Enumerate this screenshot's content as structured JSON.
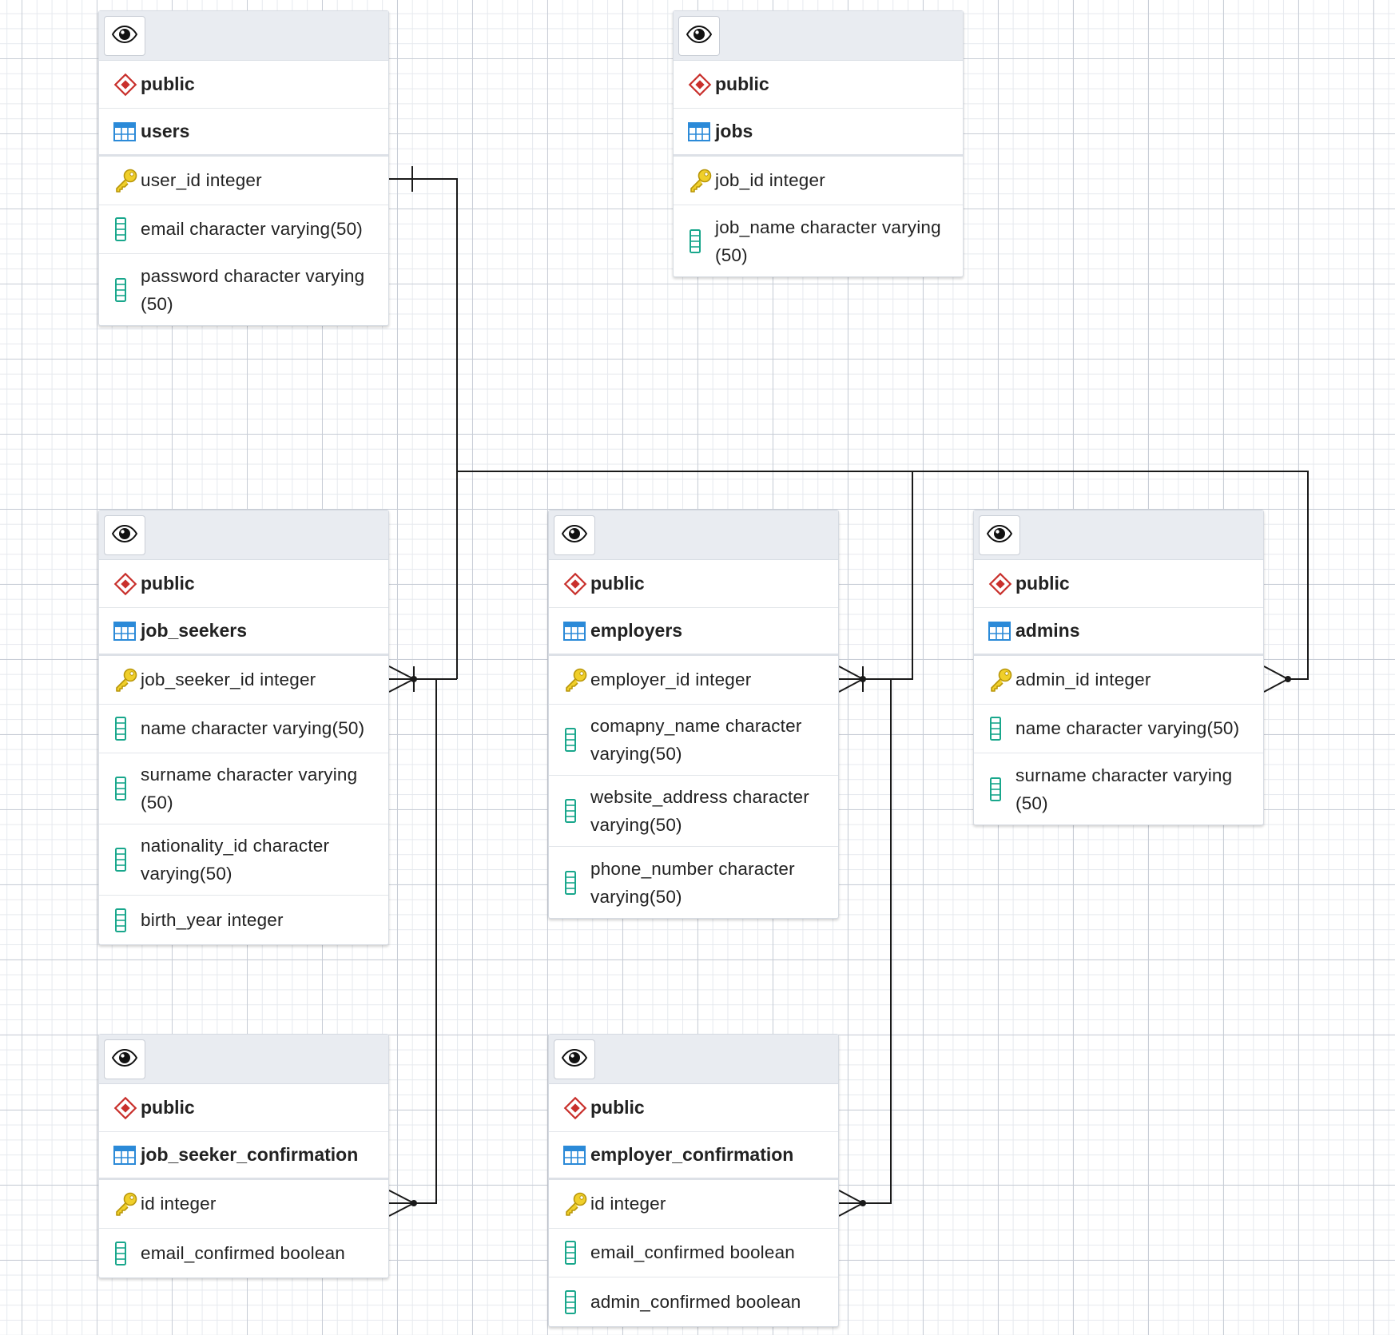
{
  "tables": {
    "users": {
      "schema": "public",
      "name": "users",
      "columns": [
        {
          "text": "user_id integer",
          "key": true
        },
        {
          "text": "email character varying(50)",
          "key": false
        },
        {
          "text": "password character varying (50)",
          "key": false
        }
      ]
    },
    "jobs": {
      "schema": "public",
      "name": "jobs",
      "columns": [
        {
          "text": "job_id integer",
          "key": true
        },
        {
          "text": "job_name character varying (50)",
          "key": false
        }
      ]
    },
    "job_seekers": {
      "schema": "public",
      "name": "job_seekers",
      "columns": [
        {
          "text": "job_seeker_id integer",
          "key": true
        },
        {
          "text": "name character varying(50)",
          "key": false
        },
        {
          "text": "surname character varying (50)",
          "key": false
        },
        {
          "text": "nationality_id character varying(50)",
          "key": false
        },
        {
          "text": "birth_year integer",
          "key": false
        }
      ]
    },
    "employers": {
      "schema": "public",
      "name": "employers",
      "columns": [
        {
          "text": "employer_id integer",
          "key": true
        },
        {
          "text": "comapny_name character varying(50)",
          "key": false
        },
        {
          "text": "website_address character varying(50)",
          "key": false
        },
        {
          "text": "phone_number character varying(50)",
          "key": false
        }
      ]
    },
    "admins": {
      "schema": "public",
      "name": "admins",
      "columns": [
        {
          "text": "admin_id integer",
          "key": true
        },
        {
          "text": "name character varying(50)",
          "key": false
        },
        {
          "text": "surname character varying (50)",
          "key": false
        }
      ]
    },
    "job_seeker_confirmation": {
      "schema": "public",
      "name": "job_seeker_confirmation",
      "columns": [
        {
          "text": "id integer",
          "key": true
        },
        {
          "text": "email_confirmed boolean",
          "key": false
        }
      ]
    },
    "employer_confirmation": {
      "schema": "public",
      "name": "employer_confirmation",
      "columns": [
        {
          "text": "id integer",
          "key": true
        },
        {
          "text": "email_confirmed boolean",
          "key": false
        },
        {
          "text": "admin_confirmed boolean",
          "key": false
        }
      ]
    }
  },
  "relationships": [
    {
      "from": "users.user_id",
      "to": "job_seekers.job_seeker_id",
      "cardinality": "one-to-many"
    },
    {
      "from": "users.user_id",
      "to": "employers.employer_id",
      "cardinality": "one-to-many"
    },
    {
      "from": "users.user_id",
      "to": "admins.admin_id",
      "cardinality": "one-to-many"
    },
    {
      "from": "job_seekers.job_seeker_id",
      "to": "job_seeker_confirmation.id",
      "cardinality": "one-to-many"
    },
    {
      "from": "employers.employer_id",
      "to": "employer_confirmation.id",
      "cardinality": "one-to-many"
    }
  ],
  "icons": {
    "view": "eye-icon",
    "schema": "schema-icon",
    "table": "table-icon",
    "primary_key": "key-icon",
    "column": "column-icon"
  },
  "colors": {
    "schema_icon": "#c9302c",
    "table_icon": "#2b8ad8",
    "key_icon": "#e6c21a",
    "column_icon": "#19a78c",
    "link_line": "#1a1a1a",
    "header_bg": "#e9ecf1"
  }
}
